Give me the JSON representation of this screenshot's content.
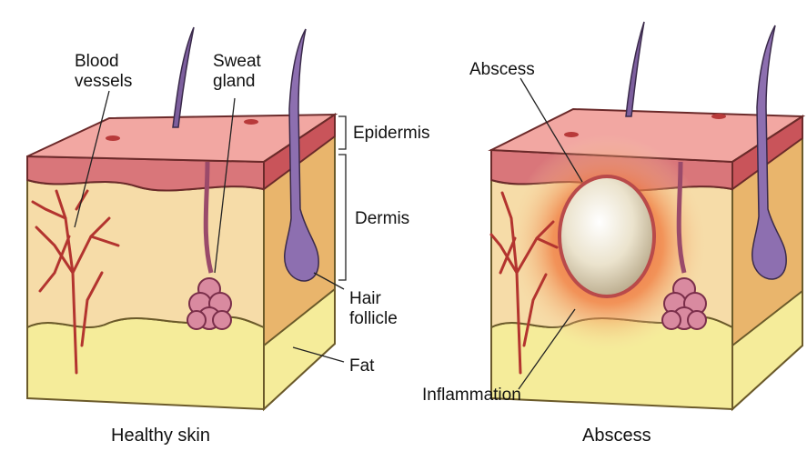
{
  "labels": {
    "blood_vessels": [
      "Blood",
      "vessels"
    ],
    "sweat_gland": [
      "Sweat",
      "gland"
    ],
    "epidermis": "Epidermis",
    "dermis": "Dermis",
    "hair_follicle": [
      "Hair",
      "follicle"
    ],
    "fat": "Fat",
    "abscess": "Abscess",
    "inflammation": "Inflammation"
  },
  "captions": {
    "left": "Healthy skin",
    "right": "Abscess"
  },
  "colors": {
    "epidermis_top": "#f2a7a2",
    "epidermis_band": "#c9545a",
    "dermis": "#f6dca8",
    "fat": "#f5ec9a",
    "side_face": "#e9b56c",
    "hair": "#8d6fb0",
    "vessel": "#b3342f",
    "gland": "#d98aa0",
    "abscess_core": "#f1ead6",
    "inflammation": "#ec6a3a"
  }
}
